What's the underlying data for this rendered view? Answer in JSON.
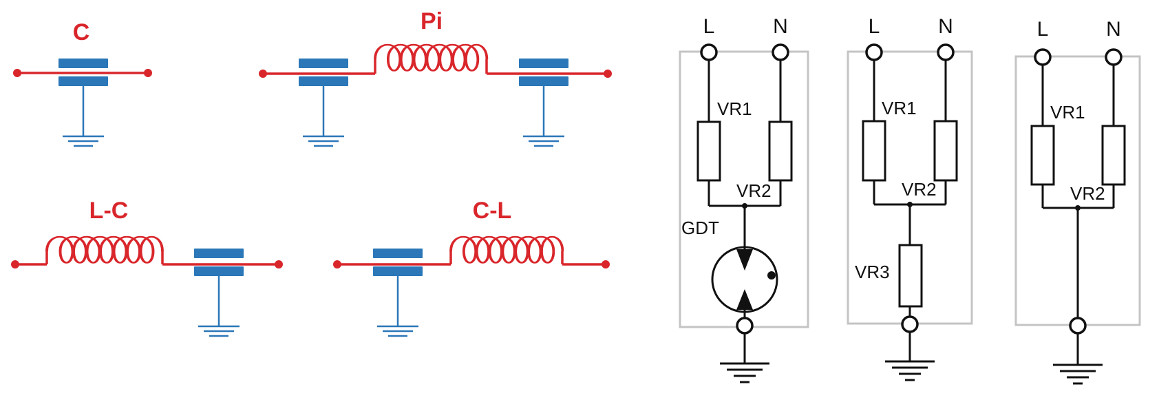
{
  "filters": {
    "c_title": "C",
    "pi_title": "Pi",
    "lc_title": "L-C",
    "cl_title": "C-L"
  },
  "spd": {
    "line": "L",
    "neutral": "N",
    "vr1": "VR1",
    "vr2": "VR2",
    "vr3": "VR3",
    "gdt": "GDT"
  },
  "colors": {
    "filter_label": "#d9262b",
    "inductor_wire": "#d9262b",
    "capacitor": "#2b77b8",
    "spd_wire": "#111111",
    "spd_enclosure": "#c4c4c4"
  }
}
